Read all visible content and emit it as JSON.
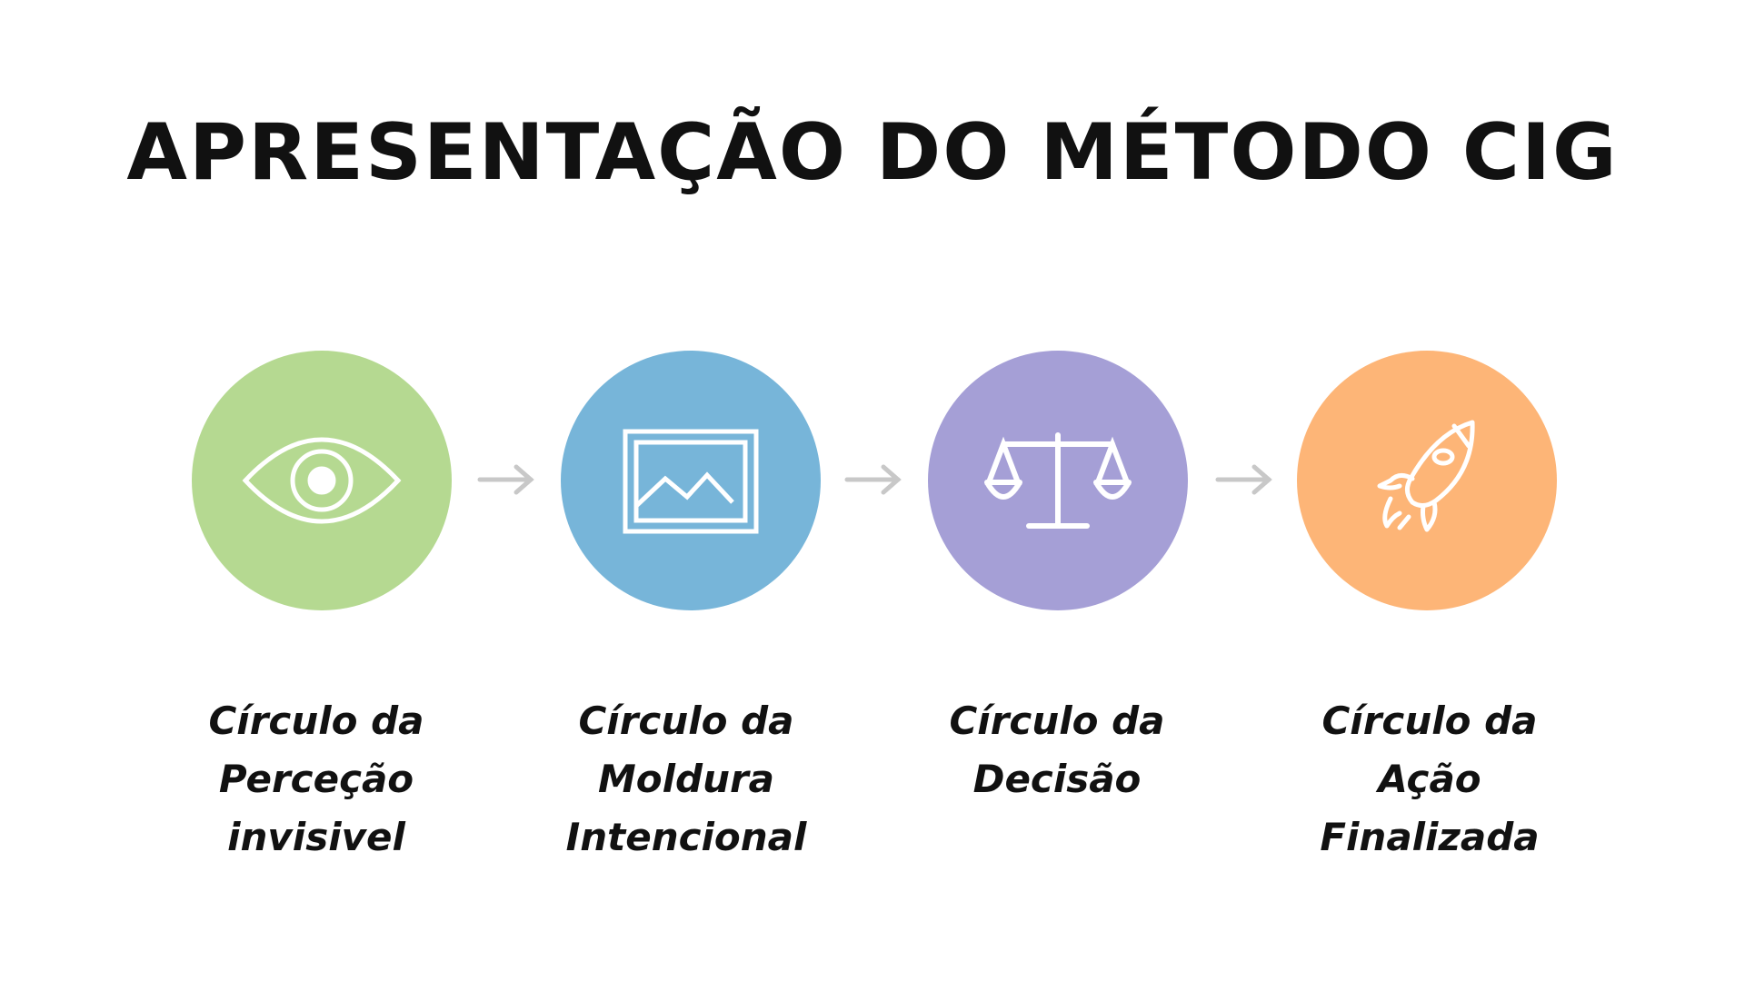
{
  "title": "APRESENTAÇÃO DO MÉTODO CIG",
  "steps": [
    {
      "icon": "eye-icon",
      "color": "#b5d991",
      "lines": [
        "Círculo da",
        "Perceção",
        "invisivel"
      ]
    },
    {
      "icon": "picture-frame-icon",
      "color": "#77b5d9",
      "lines": [
        "Círculo da",
        "Moldura",
        "Intencional"
      ]
    },
    {
      "icon": "scales-icon",
      "color": "#a59fd6",
      "lines": [
        "Círculo da",
        "Decisão"
      ]
    },
    {
      "icon": "rocket-icon",
      "color": "#fdb577",
      "lines": [
        "Círculo da",
        "Ação",
        "Finalizada"
      ]
    }
  ],
  "arrow_color": "#c8c8c8"
}
